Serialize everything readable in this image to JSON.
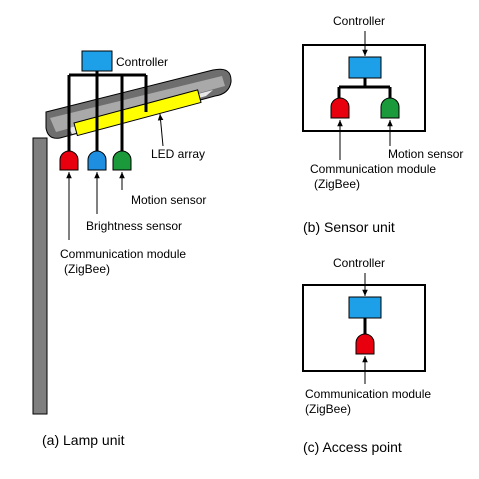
{
  "lamp_unit": {
    "caption": "(a) Lamp unit",
    "controller_label": "Controller",
    "led_label": "LED array",
    "motion_label": "Motion sensor",
    "brightness_label": "Brightness sensor",
    "comm_label_line1": "Communication module",
    "comm_label_line2": "(ZigBee)"
  },
  "sensor_unit": {
    "caption": "(b) Sensor unit",
    "controller_label": "Controller",
    "motion_label": "Motion sensor",
    "comm_label_line1": "Communication module",
    "comm_label_line2": "(ZigBee)"
  },
  "access_point": {
    "caption": "(c) Access point",
    "controller_label": "Controller",
    "comm_label_line1": "Communication module",
    "comm_label_line2": "(ZigBee)"
  },
  "colors": {
    "controller": "#1ea0e8",
    "communication_module": "#e8000f",
    "brightness_sensor": "#1e8ee0",
    "motion_sensor": "#1a9a3a",
    "led_array": "#ffff00",
    "lamp_housing": "#6e6e6e",
    "pole": "#7f7f7f"
  }
}
